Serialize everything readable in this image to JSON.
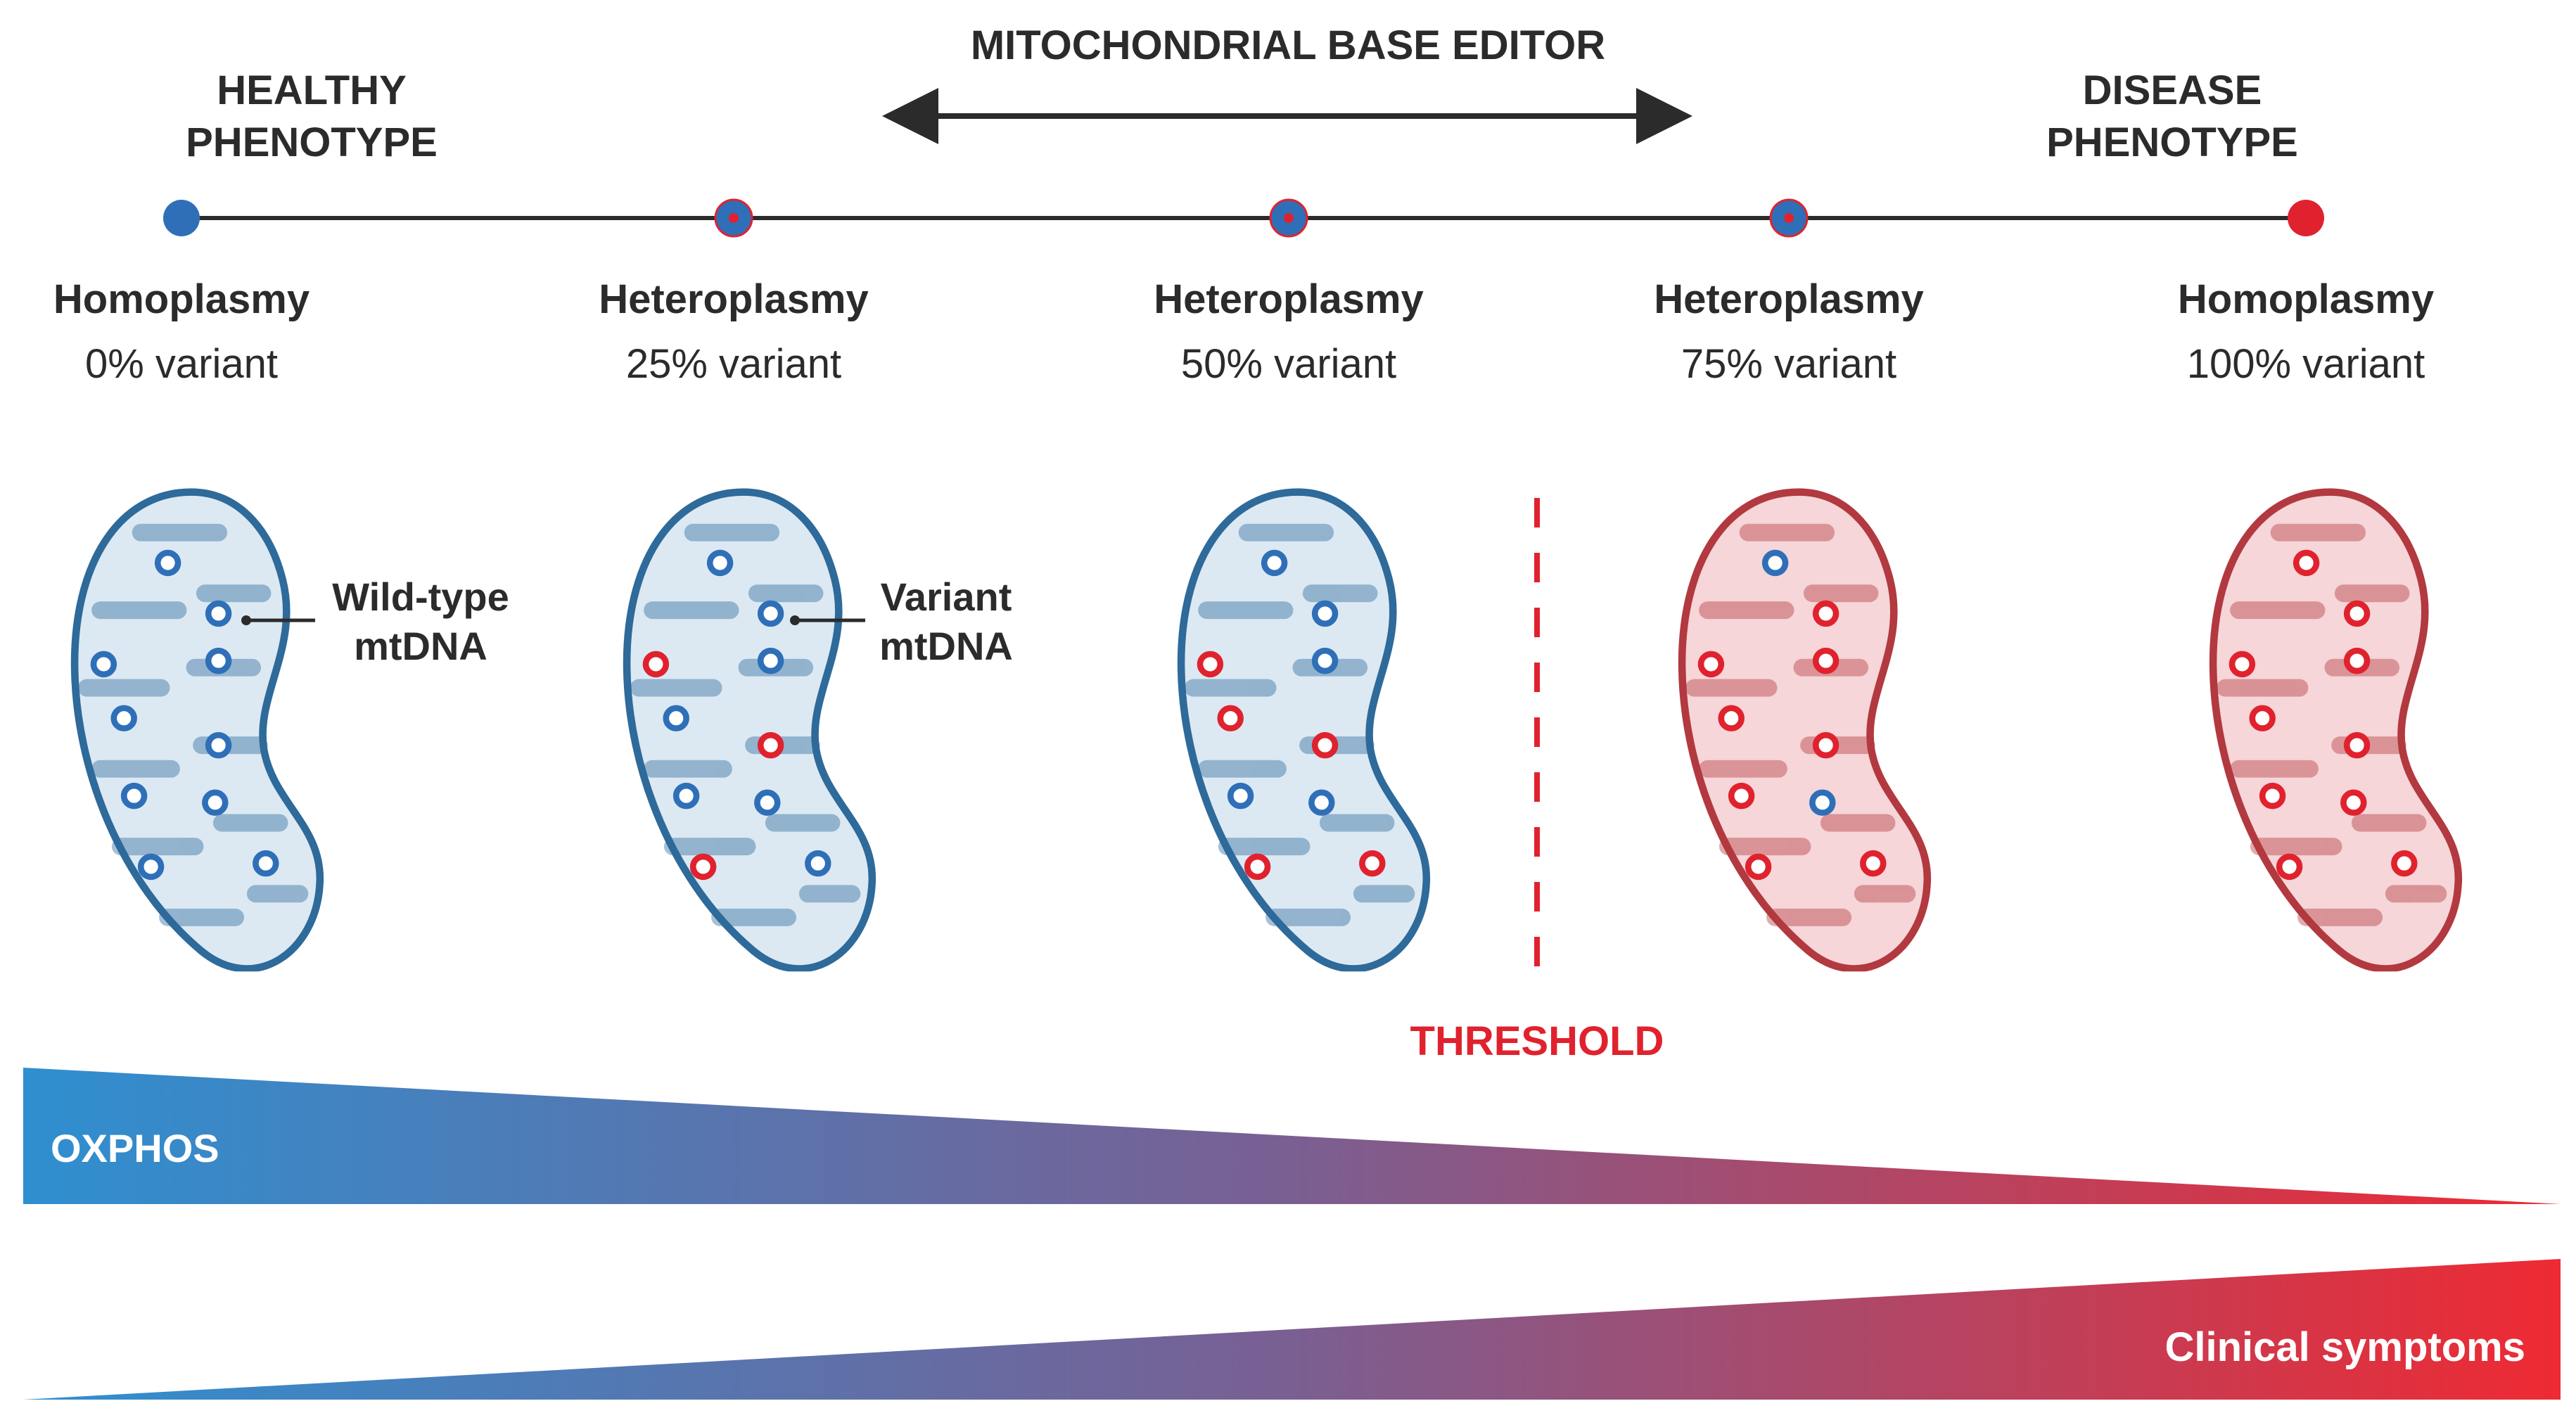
{
  "header": {
    "healthy_line1": "HEALTHY",
    "healthy_line2": "PHENOTYPE",
    "editor": "MITOCHONDRIAL BASE EDITOR",
    "disease_line1": "DISEASE",
    "disease_line2": "PHENOTYPE"
  },
  "stages": [
    {
      "name": "Homoplasmy",
      "percent": "0% variant",
      "variant_fraction": 0.0
    },
    {
      "name": "Heteroplasmy",
      "percent": "25% variant",
      "variant_fraction": 0.25
    },
    {
      "name": "Heteroplasmy",
      "percent": "50% variant",
      "variant_fraction": 0.5
    },
    {
      "name": "Heteroplasmy",
      "percent": "75% variant",
      "variant_fraction": 0.75
    },
    {
      "name": "Homoplasmy",
      "percent": "100% variant",
      "variant_fraction": 1.0
    }
  ],
  "labels": {
    "wildtype_line1": "Wild-type",
    "wildtype_line2": "mtDNA",
    "variant_line1": "Variant",
    "variant_line2": "mtDNA",
    "threshold": "THRESHOLD",
    "oxphos": "OXPHOS",
    "clinical": "Clinical symptoms"
  },
  "colors": {
    "wildtype": "#2f6fb8",
    "variant": "#e0222e",
    "healthy_fill": "#dce9f3",
    "healthy_stroke": "#2e6a9a",
    "disease_fill": "#f6d6d8",
    "disease_stroke": "#b2393f",
    "threshold": "#e0222e",
    "gradient_start": "#2f8fd0",
    "gradient_end": "#ee2a33"
  }
}
